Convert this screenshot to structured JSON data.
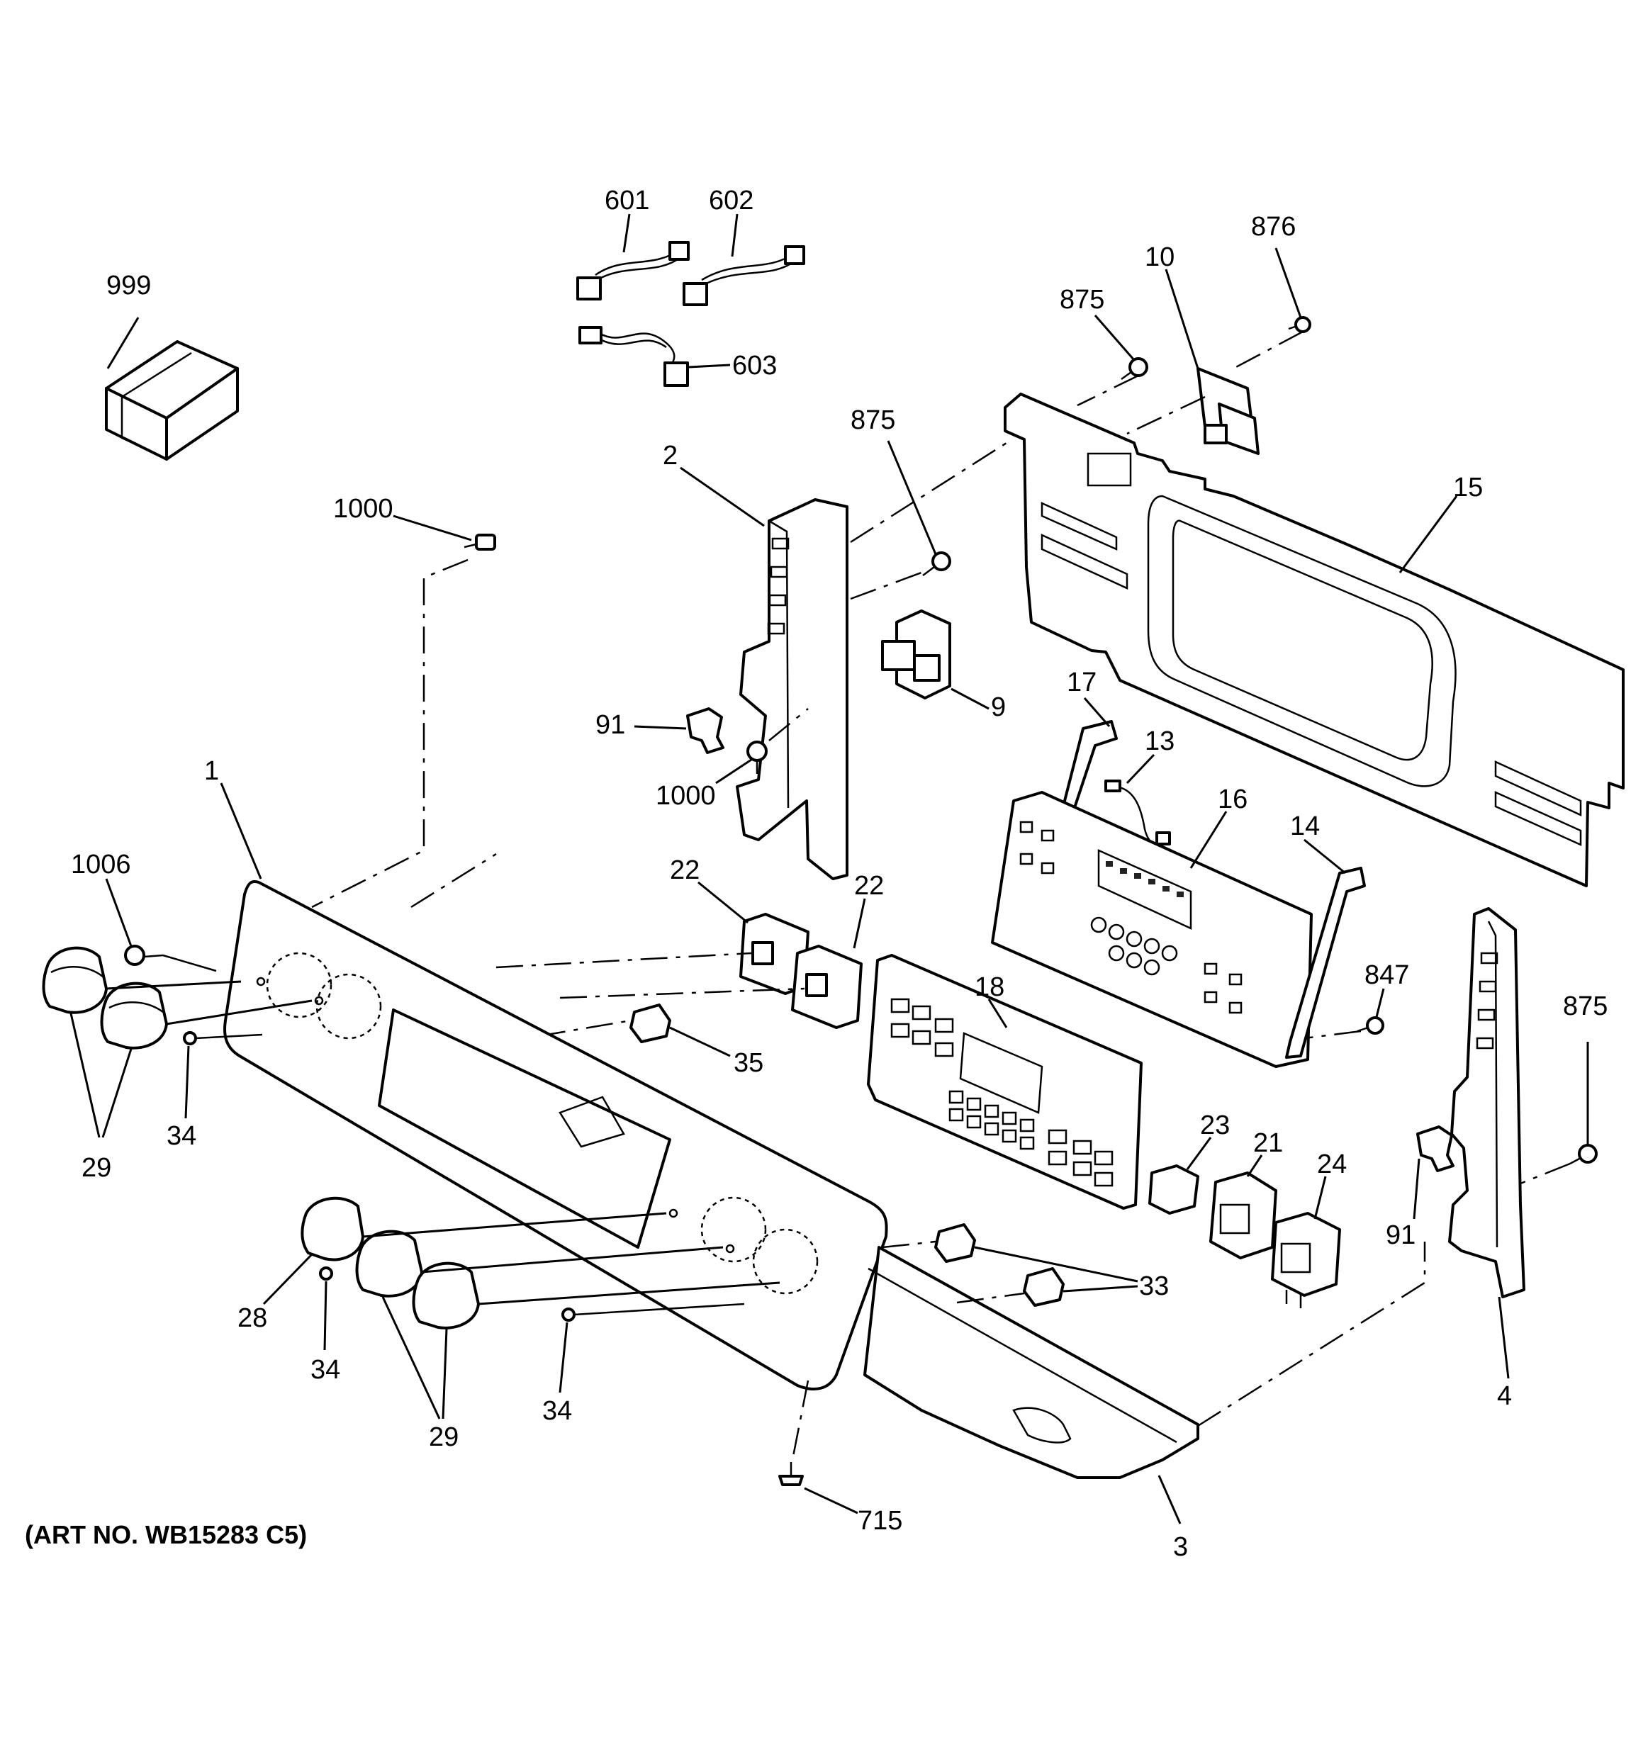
{
  "art_number": "(ART NO. WB15283 C5)",
  "callouts": {
    "c999": "999",
    "c601": "601",
    "c602": "602",
    "c603": "603",
    "c875a": "875",
    "c875b": "875",
    "c875c": "875",
    "c876": "876",
    "c10": "10",
    "c15": "15",
    "c2": "2",
    "c1000a": "1000",
    "c1000b": "1000",
    "c91a": "91",
    "c91b": "91",
    "c9": "9",
    "c17": "17",
    "c13": "13",
    "c16": "16",
    "c14": "14",
    "c1": "1",
    "c1006": "1006",
    "c22a": "22",
    "c22b": "22",
    "c18": "18",
    "c847": "847",
    "c35": "35",
    "c34a": "34",
    "c34b": "34",
    "c34c": "34",
    "c29a": "29",
    "c29b": "29",
    "c28": "28",
    "c23": "23",
    "c21": "21",
    "c24": "24",
    "c33": "33",
    "c4": "4",
    "c715": "715",
    "c3": "3"
  }
}
